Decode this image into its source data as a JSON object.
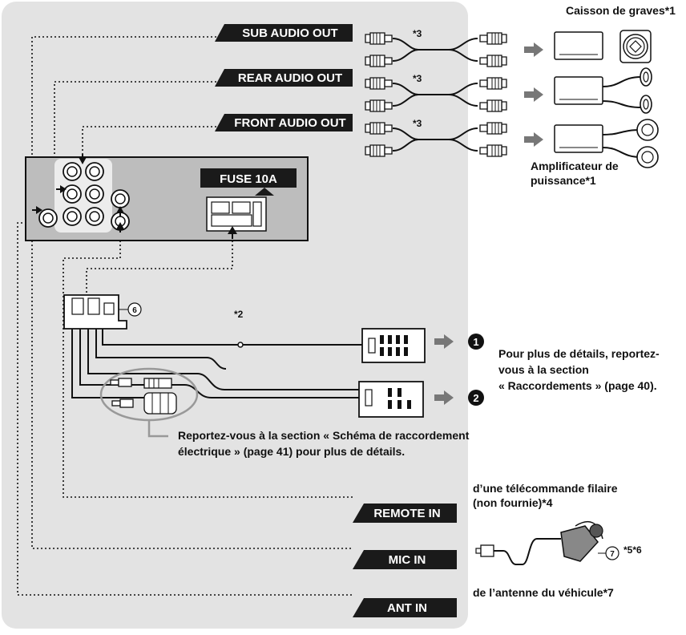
{
  "labels": {
    "sub_audio_out": "SUB AUDIO OUT",
    "rear_audio_out": "REAR AUDIO OUT",
    "front_audio_out": "FRONT AUDIO OUT",
    "fuse": "FUSE 10A",
    "remote_in": "REMOTE IN",
    "mic_in": "MIC IN",
    "ant_in": "ANT IN"
  },
  "notes": {
    "star3_a": "*3",
    "star3_b": "*3",
    "star3_c": "*3",
    "star2": "*2",
    "subwoofer": "Caisson de graves*1",
    "amp_line1": "Amplificateur de",
    "amp_line2": "puissance*1",
    "details_line1": "Pour plus de détails, reportez-",
    "details_line2": "vous à la section",
    "details_line3": "« Raccordements » (page 40).",
    "wiring_line1": "Reportez-vous à la section « Schéma de raccordement",
    "wiring_line2": "électrique » (page 41) pour plus de détails.",
    "remote_line1": "d’une télécommande filaire",
    "remote_line2": "(non fournie)*4",
    "mic_note": "*5*6",
    "antenna_note": "de l’antenne du véhicule*7"
  },
  "markers": {
    "one": "1",
    "two": "2",
    "six": "6",
    "seven": "7"
  },
  "colors": {
    "panel": "#e3e3e3",
    "unit": "#bdbdbd",
    "tag": "#1a1a1a",
    "arrow": "#777777"
  }
}
